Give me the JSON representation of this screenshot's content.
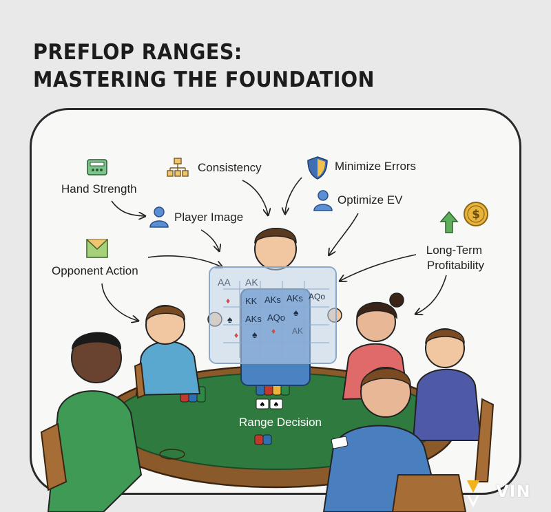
{
  "title": {
    "line1": "PREFLOP RANGES:",
    "line2": "MASTERING THE FOUNDATION"
  },
  "concepts": {
    "hand_strength": "Hand Strength",
    "consistency": "Consistency",
    "minimize_errors": "Minimize Errors",
    "player_image": "Player Image",
    "optimize_ev": "Optimize EV",
    "opponent_action": "Opponent Action",
    "long_term_profitability_line1": "Long-Term",
    "long_term_profitability_line2": "Profitability"
  },
  "table": {
    "label": "Range Decision"
  },
  "range_grid": {
    "row1": [
      "AA",
      "AK"
    ],
    "row2": [
      "KK",
      "AKs",
      "AKs",
      "AQo"
    ],
    "row3": [
      "AKs",
      "AQo"
    ],
    "row4": [
      "AK"
    ]
  },
  "icons": {
    "hand_strength": "keypad-icon",
    "consistency": "hierarchy-icon",
    "minimize_errors": "shield-icon",
    "player_image": "person-icon",
    "optimize_ev": "person-icon",
    "long_term_profitability": "dollar-coin-icon",
    "opponent_action": "envelope-icon"
  },
  "colors": {
    "background": "#e9e9e9",
    "felt": "#2f7a3f",
    "table_rim": "#8a5a2b",
    "icon_blue": "#4a7fbf",
    "icon_green": "#5fae5a",
    "coin_gold": "#e8b53a"
  },
  "watermark": {
    "text": "VIN"
  }
}
